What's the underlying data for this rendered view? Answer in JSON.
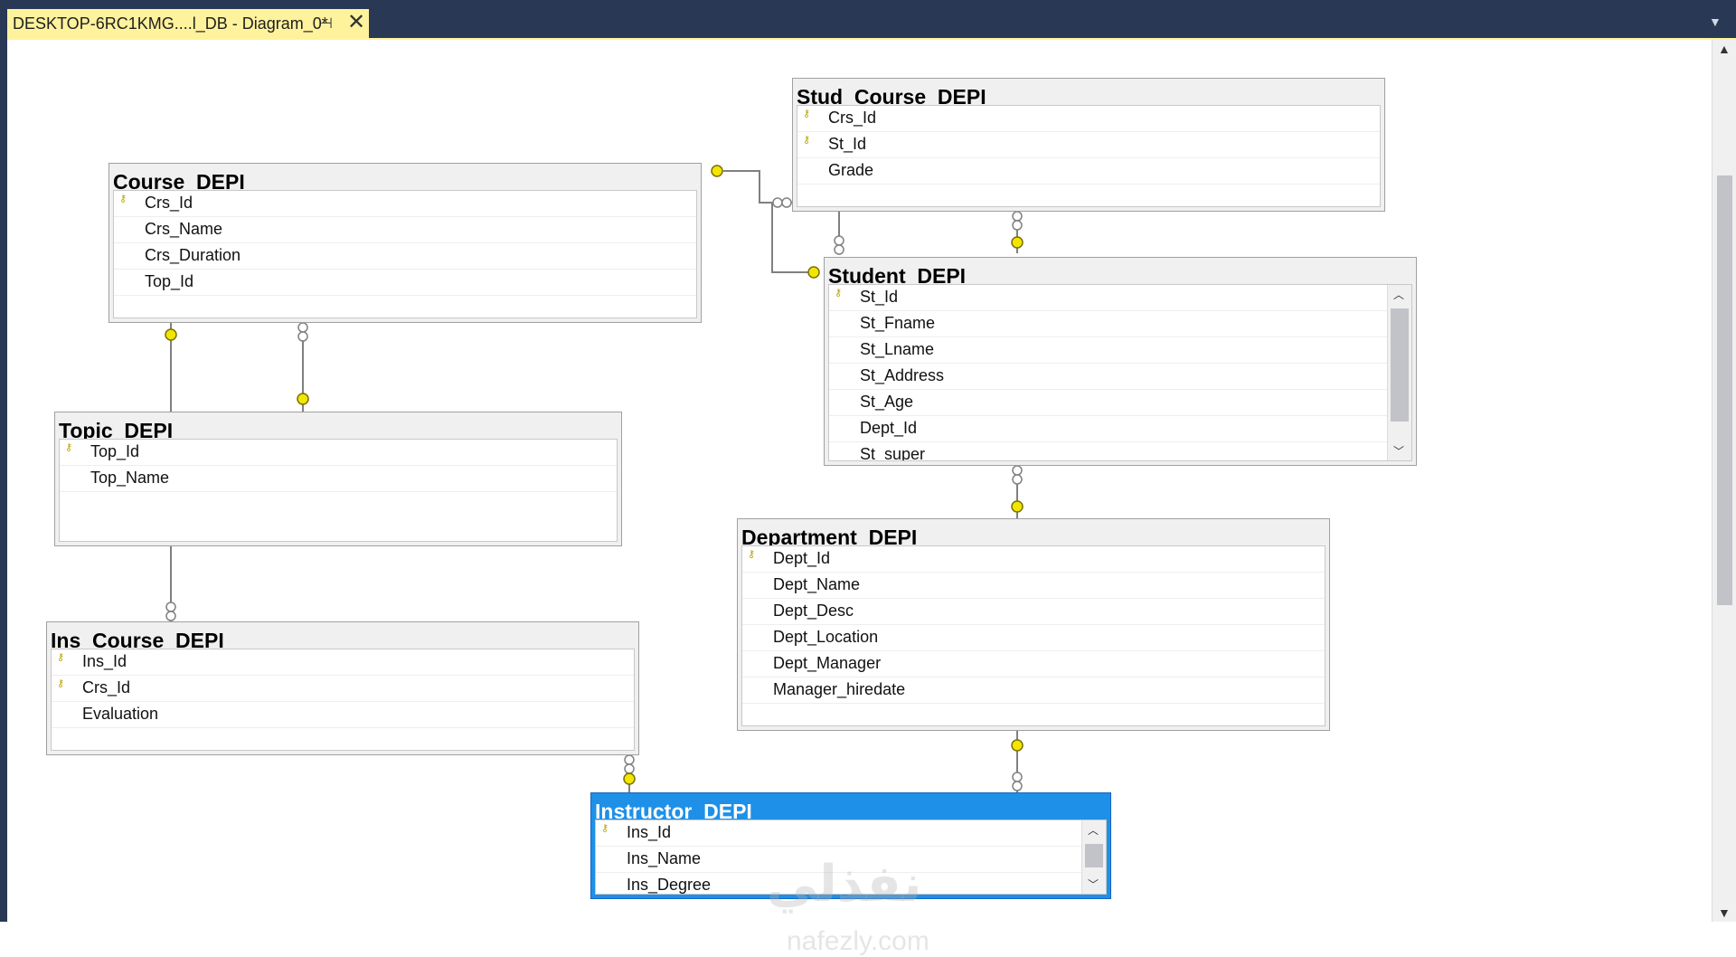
{
  "window": {
    "tab_title": "DESKTOP-6RC1KMG....l_DB - Diagram_0*",
    "pin_icon": "pin-icon",
    "close_icon": "close-icon",
    "tab_color": "#fff29d",
    "frame_color": "#293955"
  },
  "watermark": {
    "text": "نفذلي",
    "sub": "nafezly.com"
  },
  "tables": [
    {
      "name": "Stud_Course_DEPI",
      "selected": false,
      "columns": [
        {
          "name": "Crs_Id",
          "pk": true
        },
        {
          "name": "St_Id",
          "pk": true
        },
        {
          "name": "Grade",
          "pk": false
        }
      ]
    },
    {
      "name": "Course_DEPI",
      "selected": false,
      "columns": [
        {
          "name": "Crs_Id",
          "pk": true
        },
        {
          "name": "Crs_Name",
          "pk": false
        },
        {
          "name": "Crs_Duration",
          "pk": false
        },
        {
          "name": "Top_Id",
          "pk": false
        }
      ]
    },
    {
      "name": "Student_DEPI",
      "selected": false,
      "columns": [
        {
          "name": "St_Id",
          "pk": true
        },
        {
          "name": "St_Fname",
          "pk": false
        },
        {
          "name": "St_Lname",
          "pk": false
        },
        {
          "name": "St_Address",
          "pk": false
        },
        {
          "name": "St_Age",
          "pk": false
        },
        {
          "name": "Dept_Id",
          "pk": false
        },
        {
          "name": "St_super",
          "pk": false
        }
      ]
    },
    {
      "name": "Topic_DEPI",
      "selected": false,
      "columns": [
        {
          "name": "Top_Id",
          "pk": true
        },
        {
          "name": "Top_Name",
          "pk": false
        }
      ]
    },
    {
      "name": "Department_DEPI",
      "selected": false,
      "columns": [
        {
          "name": "Dept_Id",
          "pk": true
        },
        {
          "name": "Dept_Name",
          "pk": false
        },
        {
          "name": "Dept_Desc",
          "pk": false
        },
        {
          "name": "Dept_Location",
          "pk": false
        },
        {
          "name": "Dept_Manager",
          "pk": false
        },
        {
          "name": "Manager_hiredate",
          "pk": false
        }
      ]
    },
    {
      "name": "Ins_Course_DEPI",
      "selected": false,
      "columns": [
        {
          "name": "Ins_Id",
          "pk": true
        },
        {
          "name": "Crs_Id",
          "pk": true
        },
        {
          "name": "Evaluation",
          "pk": false
        }
      ]
    },
    {
      "name": "Instructor_DEPI",
      "selected": true,
      "columns": [
        {
          "name": "Ins_Id",
          "pk": true
        },
        {
          "name": "Ins_Name",
          "pk": false
        },
        {
          "name": "Ins_Degree",
          "pk": false
        }
      ]
    }
  ],
  "colors": {
    "key_yellow": "#f2e600",
    "selected_title": "#1e90e8",
    "link_line": "#808080"
  }
}
